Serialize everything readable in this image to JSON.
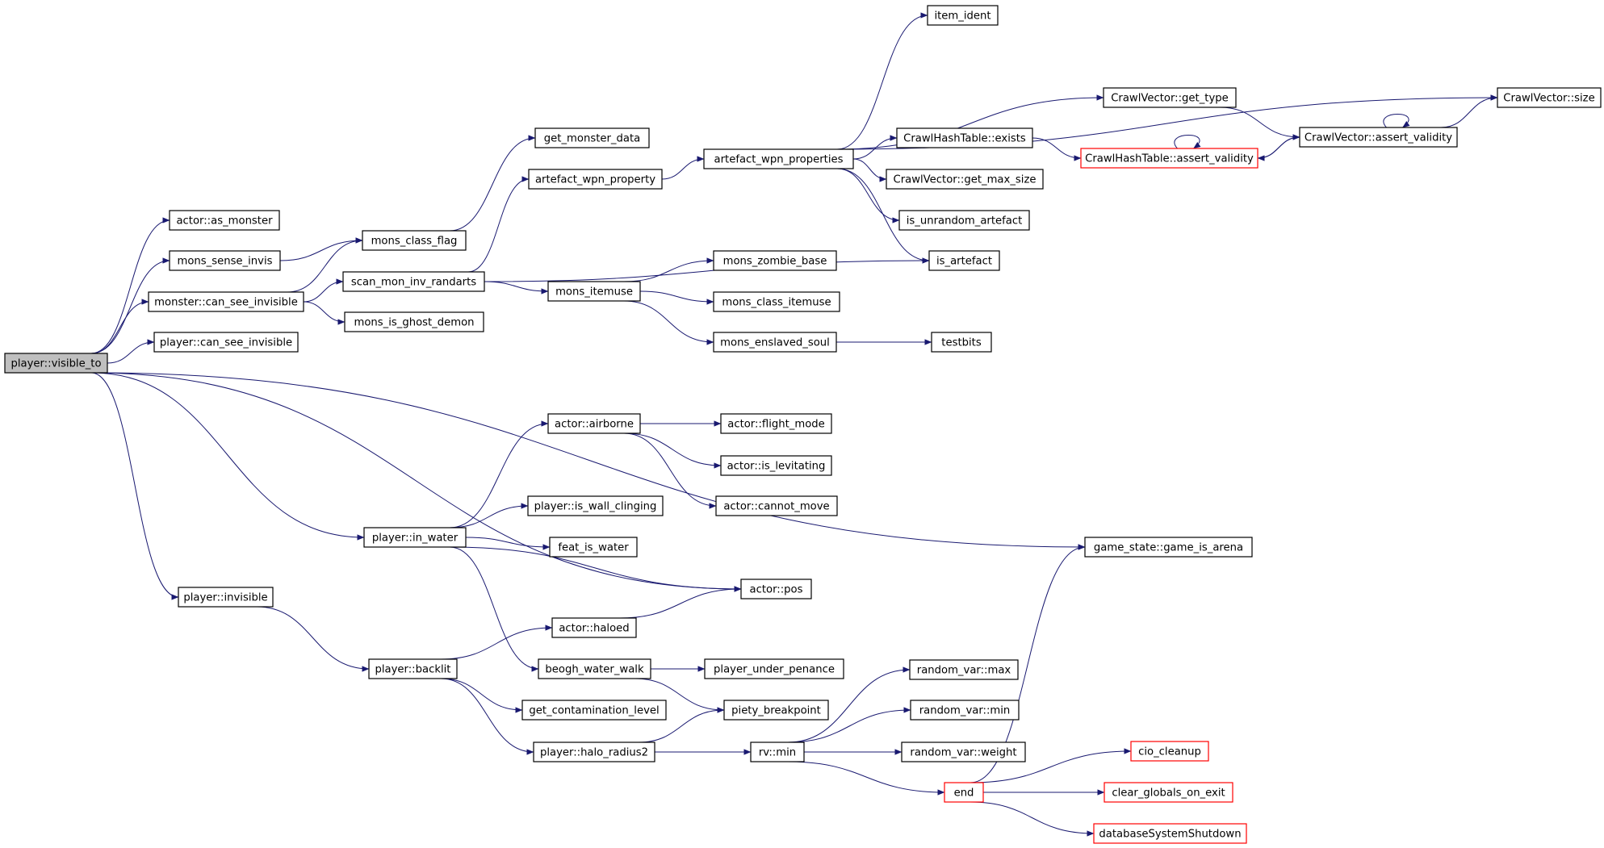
{
  "graph": {
    "colors": {
      "edge": "#191970",
      "node_border": "#000000",
      "external_border": "#ff0000",
      "root_fill": "#bfbfbf"
    },
    "nodes": [
      {
        "id": "player_visible_to",
        "label": "player::visible_to",
        "root": true
      },
      {
        "id": "actor_as_monster",
        "label": "actor::as_monster"
      },
      {
        "id": "mons_sense_invis",
        "label": "mons_sense_invis"
      },
      {
        "id": "monster_can_see_invisible",
        "label": "monster::can_see_invisible"
      },
      {
        "id": "player_can_see_invisible",
        "label": "player::can_see_invisible"
      },
      {
        "id": "player_invisible",
        "label": "player::invisible"
      },
      {
        "id": "get_monster_data",
        "label": "get_monster_data"
      },
      {
        "id": "mons_class_flag",
        "label": "mons_class_flag"
      },
      {
        "id": "scan_mon_inv_randarts",
        "label": "scan_mon_inv_randarts"
      },
      {
        "id": "mons_is_ghost_demon",
        "label": "mons_is_ghost_demon"
      },
      {
        "id": "artefact_wpn_property",
        "label": "artefact_wpn_property"
      },
      {
        "id": "artefact_wpn_properties",
        "label": "artefact_wpn_properties"
      },
      {
        "id": "item_ident",
        "label": "item_ident"
      },
      {
        "id": "mons_itemuse",
        "label": "mons_itemuse"
      },
      {
        "id": "mons_zombie_base",
        "label": "mons_zombie_base"
      },
      {
        "id": "mons_class_itemuse",
        "label": "mons_class_itemuse"
      },
      {
        "id": "mons_enslaved_soul",
        "label": "mons_enslaved_soul"
      },
      {
        "id": "testbits",
        "label": "testbits"
      },
      {
        "id": "crawlvector_get_type",
        "label": "CrawlVector::get_type"
      },
      {
        "id": "crawlhashtable_exists",
        "label": "CrawlHashTable::exists"
      },
      {
        "id": "crawlvector_get_max_size",
        "label": "CrawlVector::get_max_size"
      },
      {
        "id": "is_unrandom_artefact",
        "label": "is_unrandom_artefact"
      },
      {
        "id": "is_artefact",
        "label": "is_artefact"
      },
      {
        "id": "crawlhashtable_assert_validity",
        "label": "CrawlHashTable::assert_validity",
        "external": true
      },
      {
        "id": "crawlvector_assert_validity",
        "label": "CrawlVector::assert_validity"
      },
      {
        "id": "crawlvector_size",
        "label": "CrawlVector::size"
      },
      {
        "id": "actor_airborne",
        "label": "actor::airborne"
      },
      {
        "id": "actor_flight_mode",
        "label": "actor::flight_mode"
      },
      {
        "id": "actor_is_levitating",
        "label": "actor::is_levitating"
      },
      {
        "id": "actor_cannot_move",
        "label": "actor::cannot_move"
      },
      {
        "id": "player_is_wall_clinging",
        "label": "player::is_wall_clinging"
      },
      {
        "id": "player_in_water",
        "label": "player::in_water"
      },
      {
        "id": "feat_is_water",
        "label": "feat_is_water"
      },
      {
        "id": "actor_pos",
        "label": "actor::pos"
      },
      {
        "id": "game_state_game_is_arena",
        "label": "game_state::game_is_arena"
      },
      {
        "id": "actor_haloed",
        "label": "actor::haloed"
      },
      {
        "id": "player_backlit",
        "label": "player::backlit"
      },
      {
        "id": "beogh_water_walk",
        "label": "beogh_water_walk"
      },
      {
        "id": "player_under_penance",
        "label": "player_under_penance"
      },
      {
        "id": "get_contamination_level",
        "label": "get_contamination_level"
      },
      {
        "id": "piety_breakpoint",
        "label": "piety_breakpoint"
      },
      {
        "id": "player_halo_radius2",
        "label": "player::halo_radius2"
      },
      {
        "id": "rv_min",
        "label": "rv::min"
      },
      {
        "id": "random_var_max",
        "label": "random_var::max"
      },
      {
        "id": "random_var_min",
        "label": "random_var::min"
      },
      {
        "id": "random_var_weight",
        "label": "random_var::weight"
      },
      {
        "id": "end",
        "label": "end",
        "external": true
      },
      {
        "id": "cio_cleanup",
        "label": "cio_cleanup",
        "external": true
      },
      {
        "id": "clear_globals_on_exit",
        "label": "clear_globals_on_exit",
        "external": true
      },
      {
        "id": "databasesystemshutdown",
        "label": "databaseSystemShutdown",
        "external": true
      }
    ],
    "edges": [
      [
        "player_visible_to",
        "actor_as_monster"
      ],
      [
        "player_visible_to",
        "mons_sense_invis"
      ],
      [
        "player_visible_to",
        "monster_can_see_invisible"
      ],
      [
        "player_visible_to",
        "player_can_see_invisible"
      ],
      [
        "player_visible_to",
        "player_invisible"
      ],
      [
        "player_visible_to",
        "player_in_water"
      ],
      [
        "player_visible_to",
        "actor_pos"
      ],
      [
        "player_visible_to",
        "game_state_game_is_arena"
      ],
      [
        "mons_sense_invis",
        "mons_class_flag"
      ],
      [
        "monster_can_see_invisible",
        "mons_class_flag"
      ],
      [
        "monster_can_see_invisible",
        "scan_mon_inv_randarts"
      ],
      [
        "monster_can_see_invisible",
        "mons_is_ghost_demon"
      ],
      [
        "mons_class_flag",
        "get_monster_data"
      ],
      [
        "scan_mon_inv_randarts",
        "artefact_wpn_property"
      ],
      [
        "scan_mon_inv_randarts",
        "is_artefact"
      ],
      [
        "scan_mon_inv_randarts",
        "mons_itemuse"
      ],
      [
        "artefact_wpn_property",
        "artefact_wpn_properties"
      ],
      [
        "artefact_wpn_properties",
        "item_ident"
      ],
      [
        "artefact_wpn_properties",
        "crawlvector_size"
      ],
      [
        "artefact_wpn_properties",
        "crawlvector_get_type"
      ],
      [
        "artefact_wpn_properties",
        "crawlhashtable_exists"
      ],
      [
        "artefact_wpn_properties",
        "crawlvector_get_max_size"
      ],
      [
        "artefact_wpn_properties",
        "is_unrandom_artefact"
      ],
      [
        "artefact_wpn_properties",
        "is_artefact"
      ],
      [
        "crawlvector_get_type",
        "crawlvector_assert_validity"
      ],
      [
        "crawlhashtable_exists",
        "crawlhashtable_assert_validity"
      ],
      [
        "crawlhashtable_assert_validity",
        "crawlhashtable_assert_validity"
      ],
      [
        "crawlhashtable_assert_validity",
        "crawlvector_assert_validity"
      ],
      [
        "crawlvector_assert_validity",
        "crawlhashtable_assert_validity"
      ],
      [
        "crawlvector_assert_validity",
        "crawlvector_assert_validity"
      ],
      [
        "crawlvector_assert_validity",
        "crawlvector_size"
      ],
      [
        "mons_itemuse",
        "mons_zombie_base"
      ],
      [
        "mons_itemuse",
        "mons_class_itemuse"
      ],
      [
        "mons_itemuse",
        "mons_enslaved_soul"
      ],
      [
        "mons_enslaved_soul",
        "testbits"
      ],
      [
        "player_in_water",
        "actor_airborne"
      ],
      [
        "player_in_water",
        "player_is_wall_clinging"
      ],
      [
        "player_in_water",
        "feat_is_water"
      ],
      [
        "player_in_water",
        "actor_pos"
      ],
      [
        "player_in_water",
        "beogh_water_walk"
      ],
      [
        "actor_airborne",
        "actor_flight_mode"
      ],
      [
        "actor_airborne",
        "actor_is_levitating"
      ],
      [
        "actor_airborne",
        "actor_cannot_move"
      ],
      [
        "player_invisible",
        "player_backlit"
      ],
      [
        "player_backlit",
        "actor_haloed"
      ],
      [
        "player_backlit",
        "get_contamination_level"
      ],
      [
        "player_backlit",
        "player_halo_radius2"
      ],
      [
        "actor_haloed",
        "actor_pos"
      ],
      [
        "beogh_water_walk",
        "player_under_penance"
      ],
      [
        "beogh_water_walk",
        "piety_breakpoint"
      ],
      [
        "player_halo_radius2",
        "piety_breakpoint"
      ],
      [
        "player_halo_radius2",
        "rv_min"
      ],
      [
        "rv_min",
        "random_var_max"
      ],
      [
        "rv_min",
        "random_var_min"
      ],
      [
        "rv_min",
        "random_var_weight"
      ],
      [
        "rv_min",
        "end"
      ],
      [
        "end",
        "game_state_game_is_arena"
      ],
      [
        "end",
        "cio_cleanup"
      ],
      [
        "end",
        "clear_globals_on_exit"
      ],
      [
        "end",
        "databasesystemshutdown"
      ]
    ]
  }
}
